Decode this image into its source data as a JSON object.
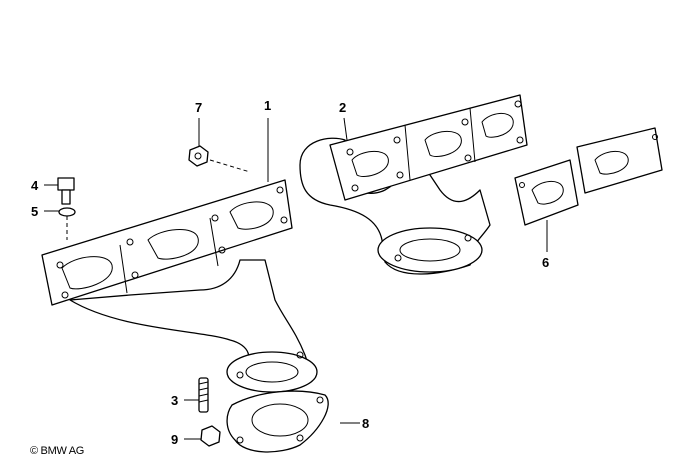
{
  "callouts": {
    "c1": "1",
    "c2": "2",
    "c3": "3",
    "c4": "4",
    "c5": "5",
    "c6": "6",
    "c7": "7",
    "c8": "8",
    "c9": "9"
  },
  "copyright": "© BMW AG"
}
